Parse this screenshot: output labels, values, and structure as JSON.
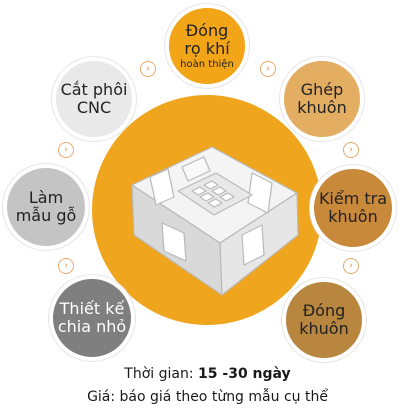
{
  "steps": {
    "dong_ro": {
      "line1": "Đóng",
      "line2": "rọ khí",
      "sub": "hoàn thiện"
    },
    "ghep": {
      "line1": "Ghép",
      "line2": "khuôn"
    },
    "kiem_tra": {
      "line1": "Kiểm tra",
      "line2": "khuôn"
    },
    "dong_khuon": {
      "line1": "Đóng",
      "line2": "khuôn"
    },
    "cat_phoi": {
      "line1": "Cắt phôi",
      "line2": "CNC"
    },
    "lam_mau": {
      "line1": "Làm",
      "line2": "mẫu gỗ"
    },
    "thiet_ke": {
      "line1": "Thiết kế",
      "line2": "chia nhỏ"
    }
  },
  "caption": {
    "time_label": "Thời gian: ",
    "time_value": "15 -30 ngày",
    "price": "Giá: báo giá theo từng mẫu cụ thể"
  },
  "colors": {
    "center": "#f0a51e",
    "dong_ro": "#f2a516",
    "ghep": "#e3ae62",
    "kiem_tra": "#c9893a",
    "dong_khuon": "#b8863e",
    "cat_phoi": "#e9e9e9",
    "lam_mau": "#c4c4c4",
    "thiet_ke": "#7f7f7f",
    "arrow": "#e8863a"
  }
}
